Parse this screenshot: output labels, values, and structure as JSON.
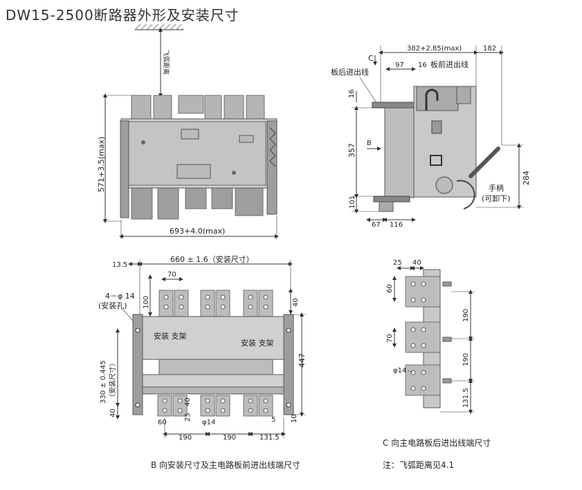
{
  "title": "DW15-2500断路器外形及安装尺寸",
  "views": {
    "front": {
      "arc_label": "飞弧距离",
      "height_dim": "571+3.5(max)",
      "width_dim": "693+4.0(max)"
    },
    "side": {
      "marker_c": "C",
      "marker_b": "B",
      "depth_dim": "382+2.85(max)",
      "dim_182": "182",
      "dim_97": "97",
      "dim_16a": "16",
      "dim_16b": "16",
      "dim_357": "357",
      "dim_101": "101",
      "dim_67": "67",
      "dim_116": "116",
      "dim_284": "284",
      "rear_wiring": "板后进出线",
      "front_wiring": "板前进出线",
      "handle": "手柄",
      "removable": "(可卸下)"
    },
    "mount": {
      "dim_135": "13.5",
      "width_dim": "660 ± 1.6（安装尺寸）",
      "dim_70": "70",
      "dim_100": "100",
      "dim_40_right": "40",
      "hole_label_1": "4－φ 14",
      "hole_label_2": "(安装孔)",
      "bracket_left": "安装 支架",
      "bracket_right": "安装 支架",
      "height_dim_1": "330 ± 0.445",
      "height_dim_2": "（安装尺寸）",
      "dim_447": "447",
      "dim_40_left": "40",
      "dim_60": "60",
      "dim_25": "25",
      "dim_40_b": "40",
      "phi14": "φ14",
      "dim_5": "5",
      "dim_10": "10",
      "dim_190a": "190",
      "dim_190b": "190",
      "dim_1315": "131.5",
      "caption": "B 向安装尺寸及主电路板前进出线端尺寸"
    },
    "terminal": {
      "dim_25": "25",
      "dim_40": "40",
      "dim_60": "60",
      "dim_70": "70",
      "dim_190a": "190",
      "dim_190b": "190",
      "phi14": "φ14",
      "dim_1315": "131.5",
      "caption": "C 向主电路板后进出线端尺寸",
      "note": "注：飞弧距离见4.1"
    }
  }
}
